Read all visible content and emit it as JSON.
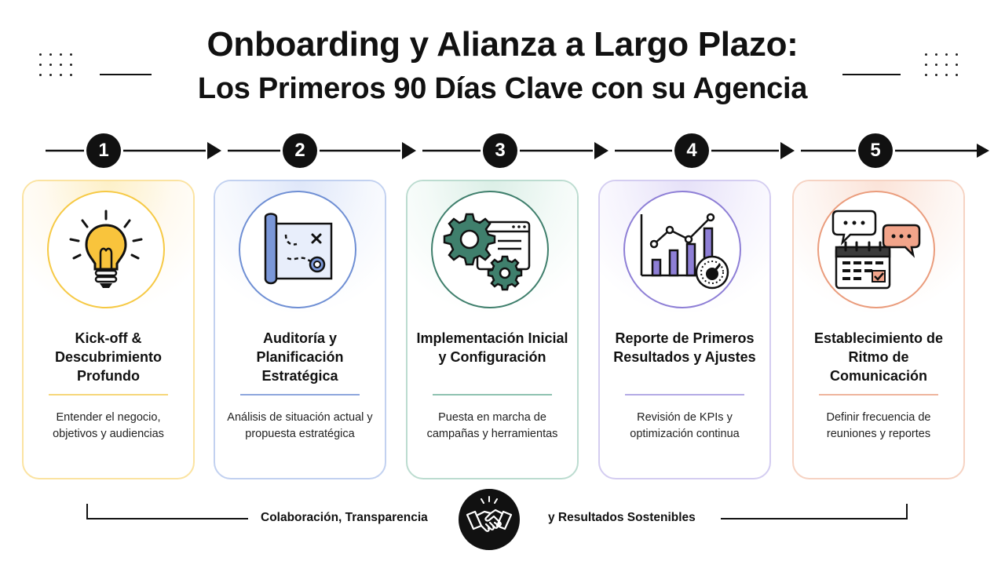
{
  "header": {
    "title_line1": "Onboarding y Alianza a Largo Plazo:",
    "title_line2": "Los Primeros 90 Días Clave con su Agencia"
  },
  "steps": [
    {
      "number": "1",
      "title": "Kick-off & Descubrimiento Profundo",
      "description": "Entender el negocio, objetivos y audiencias",
      "accent": "#f6c944",
      "icon": "lightbulb-icon"
    },
    {
      "number": "2",
      "title": "Auditoría y Planificación Estratégica",
      "description": "Análisis de situación actual y propuesta estratégica",
      "accent": "#6f8fd4",
      "icon": "strategy-map-icon"
    },
    {
      "number": "3",
      "title": "Implementación Inicial y Configuración",
      "description": "Puesta en marcha de campañas y herramientas",
      "accent": "#3f7f6c",
      "icon": "gears-browser-icon"
    },
    {
      "number": "4",
      "title": "Reporte de Primeros Resultados y Ajustes",
      "description": "Revisión de KPIs y optimización continua",
      "accent": "#8e7fd6",
      "icon": "growth-chart-icon"
    },
    {
      "number": "5",
      "title": "Establecimiento de Ritmo de Comunicación",
      "description": "Definir frecuencia de reuniones y reportes",
      "accent": "#ea9c7c",
      "icon": "calendar-chat-icon"
    }
  ],
  "footer": {
    "left_text": "Colaboración, Transparencia",
    "right_text": "y Resultados Sostenibles",
    "icon": "handshake-icon"
  }
}
